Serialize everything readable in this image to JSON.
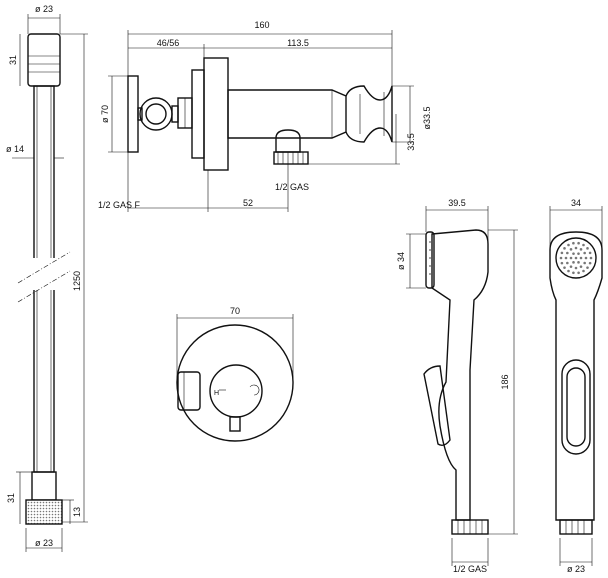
{
  "dimensions": {
    "hose_top_diameter": "ø 23",
    "hose_top_height": "31",
    "hose_diameter": "ø 14",
    "hose_length": "1250",
    "hose_bottom_height": "31",
    "hose_bottom_thread": "13",
    "hose_bottom_diameter": "ø 23",
    "valve_total_length": "160",
    "valve_wall_depth": "46/56",
    "valve_body_length": "113.5",
    "valve_flange_diameter": "ø 70",
    "valve_holder_diameter": "ø33.5",
    "valve_outlet_height": "33.5",
    "valve_inlet_thread": "1/2 GAS F",
    "valve_outlet_spacing": "52",
    "valve_outlet_thread": "1/2 GAS",
    "plate_diameter": "70",
    "spray_head_width": "39.5",
    "spray_head_diameter": "ø 34",
    "spray_length": "186",
    "spray_thread": "1/2 GAS",
    "spray_front_width": "34",
    "spray_front_diameter": "ø 23"
  }
}
